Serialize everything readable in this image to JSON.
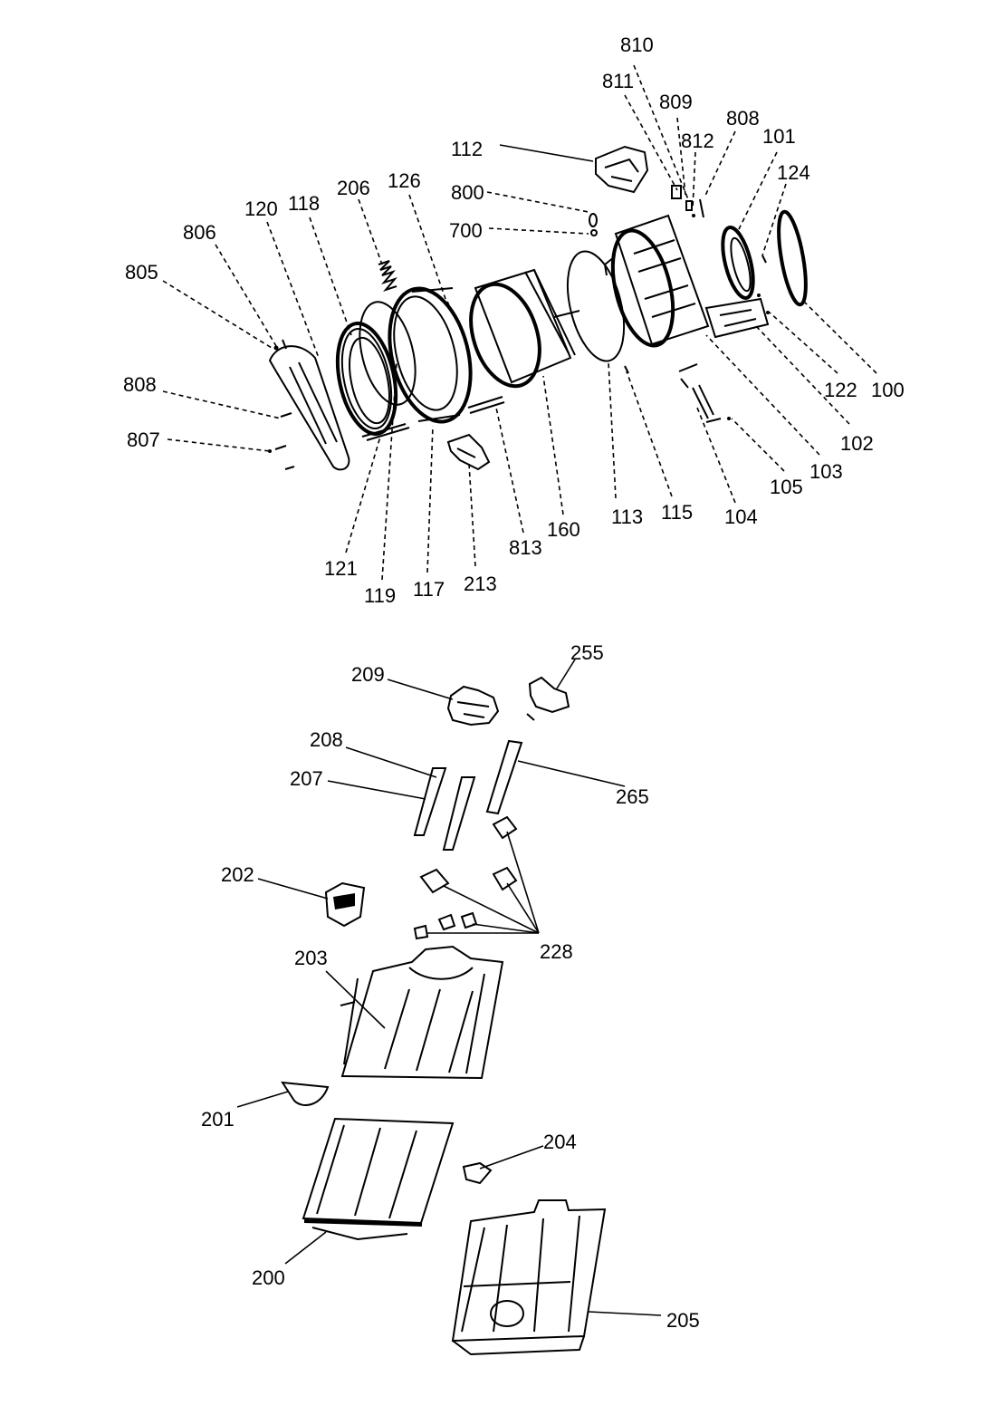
{
  "labels": {
    "l810": "810",
    "l811": "811",
    "l809": "809",
    "l808a": "808",
    "l812": "812",
    "l101": "101",
    "l124": "124",
    "l112": "112",
    "l800": "800",
    "l700": "700",
    "l206": "206",
    "l126": "126",
    "l120": "120",
    "l118": "118",
    "l806": "806",
    "l805": "805",
    "l808b": "808",
    "l807": "807",
    "l121": "121",
    "l119": "119",
    "l117": "117",
    "l213": "213",
    "l813": "813",
    "l160": "160",
    "l113": "113",
    "l115": "115",
    "l104": "104",
    "l105": "105",
    "l103": "103",
    "l102": "102",
    "l122": "122",
    "l100": "100",
    "l209": "209",
    "l255": "255",
    "l208": "208",
    "l207": "207",
    "l265": "265",
    "l202": "202",
    "l228": "228",
    "l203": "203",
    "l201": "201",
    "l204": "204",
    "l200": "200",
    "l205": "205"
  }
}
